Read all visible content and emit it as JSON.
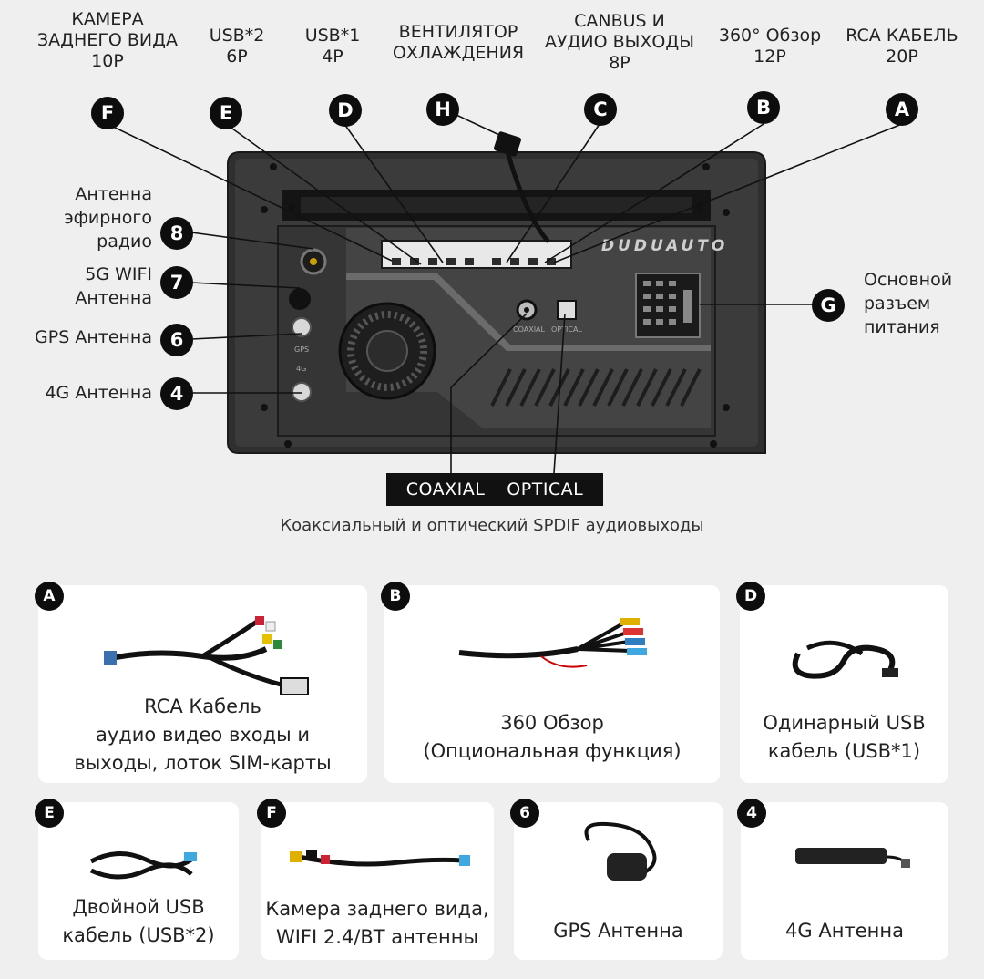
{
  "top_labels": [
    {
      "id": "F",
      "lines": [
        "КАМЕРА",
        "ЗАДНЕГО ВИДА",
        "10P"
      ]
    },
    {
      "id": "E",
      "lines": [
        "USB*2",
        "6P"
      ]
    },
    {
      "id": "D",
      "lines": [
        "USB*1",
        "4P"
      ]
    },
    {
      "id": "H",
      "lines": [
        "ВЕНТИЛЯТОР",
        "ОХЛАЖДЕНИЯ"
      ]
    },
    {
      "id": "C",
      "lines": [
        "CANBUS И",
        "АУДИО ВЫХОДЫ",
        "8P"
      ]
    },
    {
      "id": "B",
      "lines": [
        "360° Обзор",
        "12P"
      ]
    },
    {
      "id": "A",
      "lines": [
        "RCA КАБЕЛЬ",
        "20P"
      ]
    }
  ],
  "badges": [
    "F",
    "E",
    "D",
    "H",
    "C",
    "B",
    "A",
    "8",
    "7",
    "6",
    "4",
    "G"
  ],
  "side_labels": {
    "radio": [
      "Антенна",
      "эфирного",
      "радио"
    ],
    "wifi": [
      "5G WIFI",
      "Антенна"
    ],
    "gps": "GPS Антенна",
    "lte": "4G Антенна"
  },
  "power_label": [
    "Основной",
    "разъем",
    "питания"
  ],
  "device": {
    "brand": "DUDUAUTO",
    "port_coaxial": "COAXIAL",
    "port_optical": "OPTICAL",
    "port_gps": "GPS",
    "port_4g": "4G"
  },
  "spdif": {
    "coaxial": "COAXIAL",
    "optical": "OPTICAL",
    "caption": "Коаксиальный и оптический SPDIF аудиовыходы"
  },
  "cards": [
    {
      "badge": "A",
      "lines": [
        "RCA Кабель",
        "аудио видео входы и",
        "выходы, лоток SIM-карты"
      ]
    },
    {
      "badge": "B",
      "lines": [
        "360 Обзор",
        "(Опциональная функция)"
      ]
    },
    {
      "badge": "D",
      "lines": [
        "Одинарный USB",
        "кабель (USB*1)"
      ]
    },
    {
      "badge": "E",
      "lines": [
        "Двойной USB",
        "кабель (USB*2)"
      ]
    },
    {
      "badge": "F",
      "lines": [
        "Камера заднего вида,",
        "WIFI 2.4/BT антенны"
      ]
    },
    {
      "badge": "6",
      "lines": [
        "GPS Антенна"
      ]
    },
    {
      "badge": "4",
      "lines": [
        "4G Антенна"
      ]
    }
  ],
  "colors": {
    "background": "#efefef",
    "badge": "#0d0d0d",
    "device": "#3a3a3a",
    "card": "#ffffff"
  }
}
